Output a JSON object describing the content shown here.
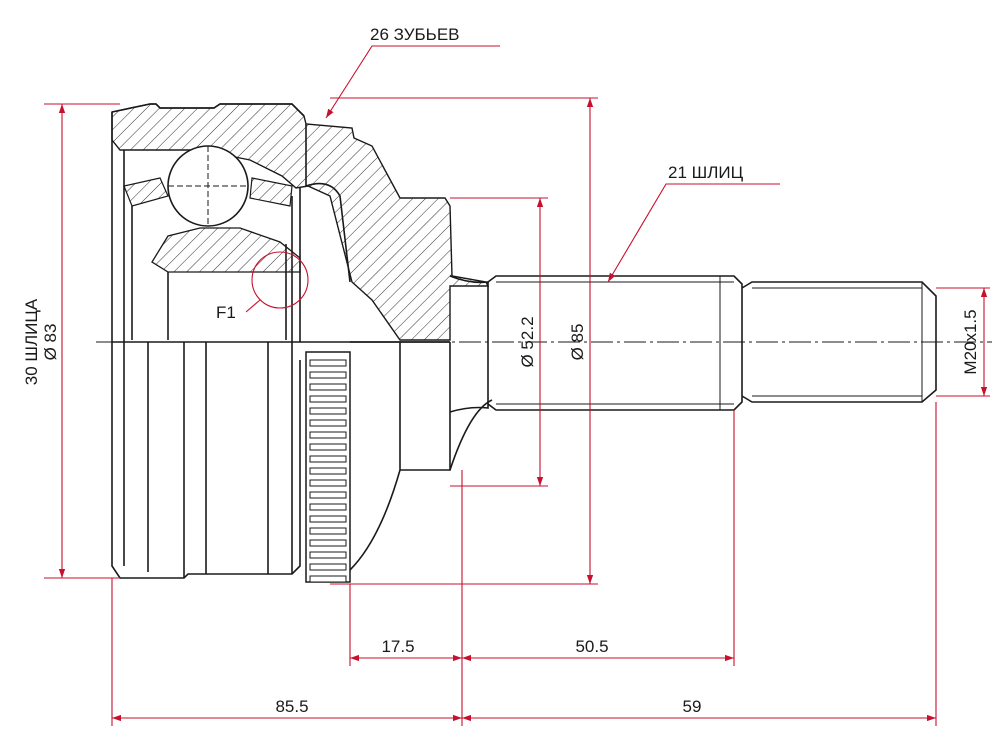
{
  "labels": {
    "teeth": "26 ЗУБЬЕВ",
    "outer_splines": "21 ШЛИЦ",
    "inner_splines": "30 ШЛИЦА",
    "inner_diameter": "Ø 83",
    "f1": "F1",
    "dia_52": "Ø 52.2",
    "dia_85": "Ø 85",
    "thread": "M20x1.5",
    "dim_17_5": "17.5",
    "dim_50_5": "50.5",
    "dim_85_5": "85.5",
    "dim_59": "59"
  },
  "colors": {
    "outline": "#1a1a1a",
    "dimension": "#c8102e",
    "background": "#ffffff"
  }
}
